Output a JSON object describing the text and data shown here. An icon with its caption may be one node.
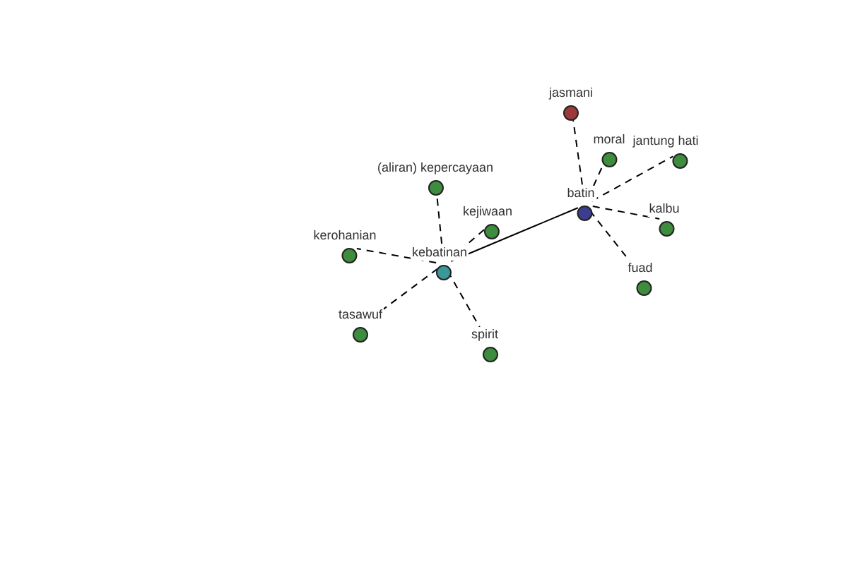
{
  "diagram": {
    "nodes": [
      {
        "text": [
          "jasmani"
        ]
      },
      {
        "text": [
          "moral"
        ]
      },
      {
        "text": [
          "jantung hati"
        ]
      },
      {
        "text": [
          "(aliran) kepercayaan"
        ]
      },
      {
        "text": [
          "batin"
        ]
      },
      {
        "text": [
          "kalbu"
        ]
      },
      {
        "text": [
          "kejiwaan"
        ]
      },
      {
        "text": [
          "kerohanian"
        ]
      },
      {
        "text": [
          "kebatinan"
        ]
      },
      {
        "text": [
          "fuad"
        ]
      },
      {
        "text": [
          "tasawuf"
        ]
      },
      {
        "text": [
          "spirit"
        ]
      }
    ],
    "edges": [
      {
        "from": 4,
        "to": 8,
        "arrow": "none"
      },
      {
        "from": 4,
        "to": 0,
        "arrow": "none",
        "style": "dashed"
      },
      {
        "from": 4,
        "to": 1,
        "arrow": "none",
        "style": "dashed"
      },
      {
        "from": 4,
        "to": 2,
        "arrow": "none",
        "style": "dashed"
      },
      {
        "from": 4,
        "to": 5,
        "arrow": "none",
        "style": "dashed"
      },
      {
        "from": 4,
        "to": 9,
        "arrow": "none",
        "style": "dashed"
      },
      {
        "from": 8,
        "to": 3,
        "arrow": "none",
        "style": "dashed"
      },
      {
        "from": 8,
        "to": 6,
        "arrow": "none",
        "style": "dashed"
      },
      {
        "from": 8,
        "to": 7,
        "arrow": "none",
        "style": "dashed"
      },
      {
        "from": 8,
        "to": 10,
        "arrow": "none",
        "style": "dashed"
      },
      {
        "from": 8,
        "to": 11,
        "arrow": "none",
        "style": "dashed"
      }
    ]
  }
}
